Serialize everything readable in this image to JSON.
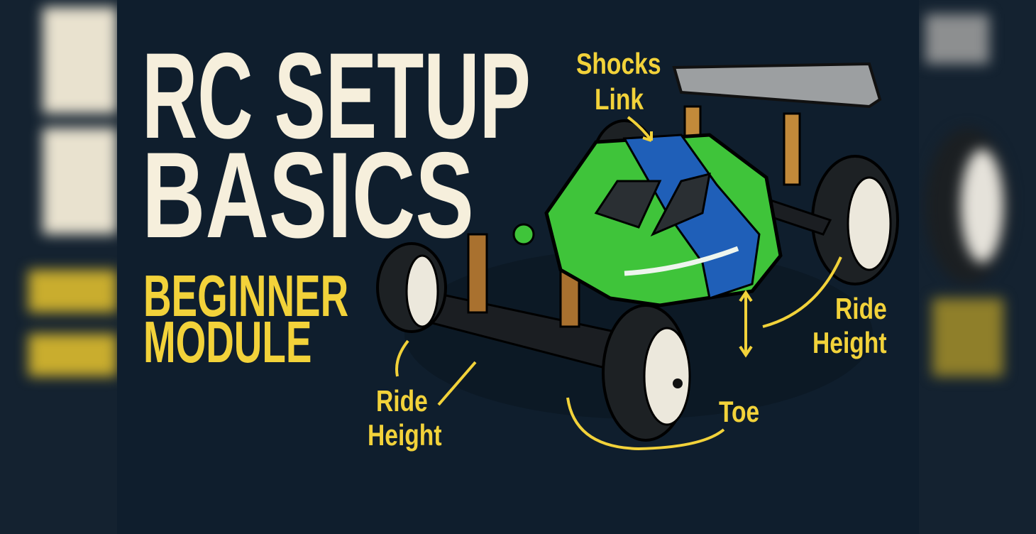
{
  "title": {
    "line1": "RC SETUP",
    "line2": "BASICS"
  },
  "subtitle": {
    "line1": "BEGINNER",
    "line2": "MODULE"
  },
  "callouts": {
    "shocks": {
      "line1": "Shocks",
      "line2": "Link"
    },
    "ride_height_right": {
      "line1": "Ride",
      "line2": "Height"
    },
    "ride_height_left": {
      "line1": "Ride",
      "line2": "Height"
    },
    "toe": "Toe"
  },
  "colors": {
    "background": "#0f1e2d",
    "title": "#f6efdc",
    "accent": "#f2d23a",
    "body_green": "#3fc43a",
    "body_blue": "#1f5fb8"
  }
}
